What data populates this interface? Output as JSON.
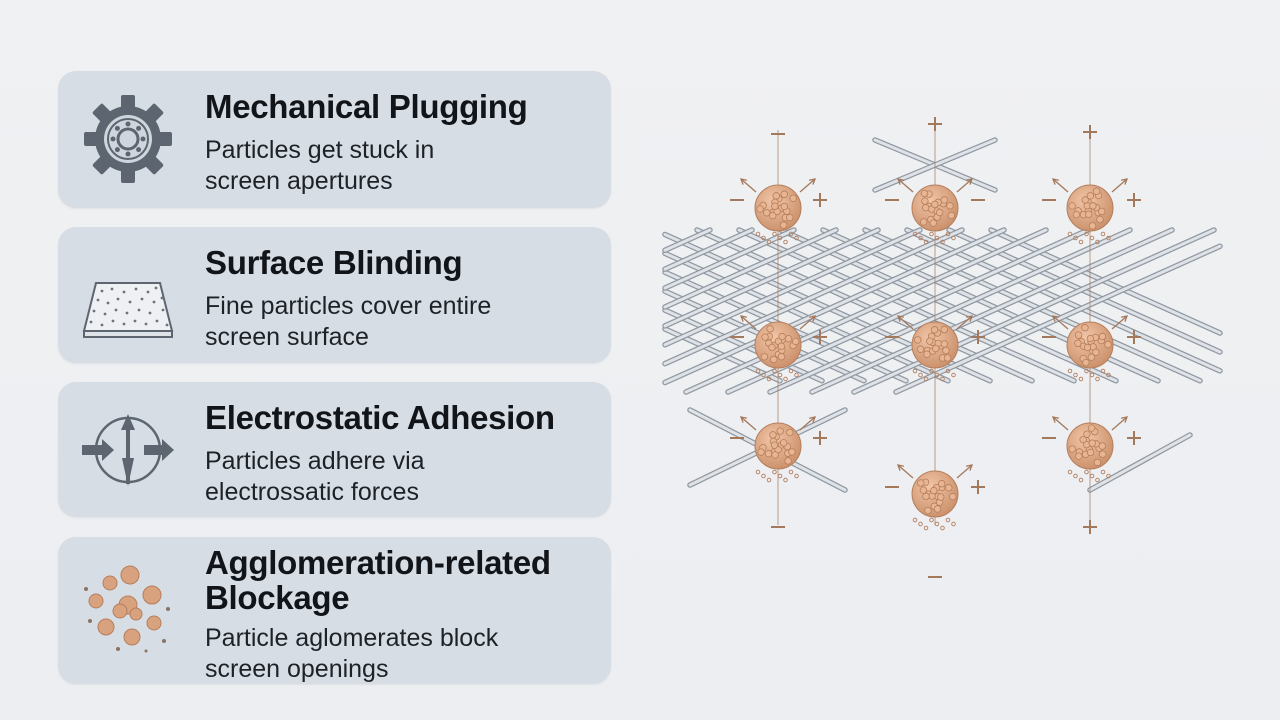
{
  "cards": [
    {
      "title": "Mechanical Plugging",
      "desc_line1": "Particles get stuck in",
      "desc_line2": "screen apertures",
      "icon": "gear-icon"
    },
    {
      "title": "Surface Blinding",
      "desc_line1": "Fine particles cover entire",
      "desc_line2": "screen surface",
      "icon": "screen-surface-icon"
    },
    {
      "title": "Electrostatic Adhesion",
      "desc_line1": "Particles adhere via",
      "desc_line2": "electrossatic forces",
      "icon": "electrostatic-arrows-icon"
    },
    {
      "title_line1": "Agglomeration-related",
      "title_line2": "Blockage",
      "desc_line1": "Particle aglomerates block",
      "desc_line2": "screen openings",
      "icon": "particle-cluster-icon"
    }
  ],
  "colors": {
    "card_background": "#d7dde4",
    "icon_gray": "#5d6670",
    "particle": "#d9a27f",
    "charge_sign": "#a4785b",
    "wire": "#b9c0c8"
  },
  "illustration": {
    "icon": "charged-particles-on-mesh-illustration"
  }
}
